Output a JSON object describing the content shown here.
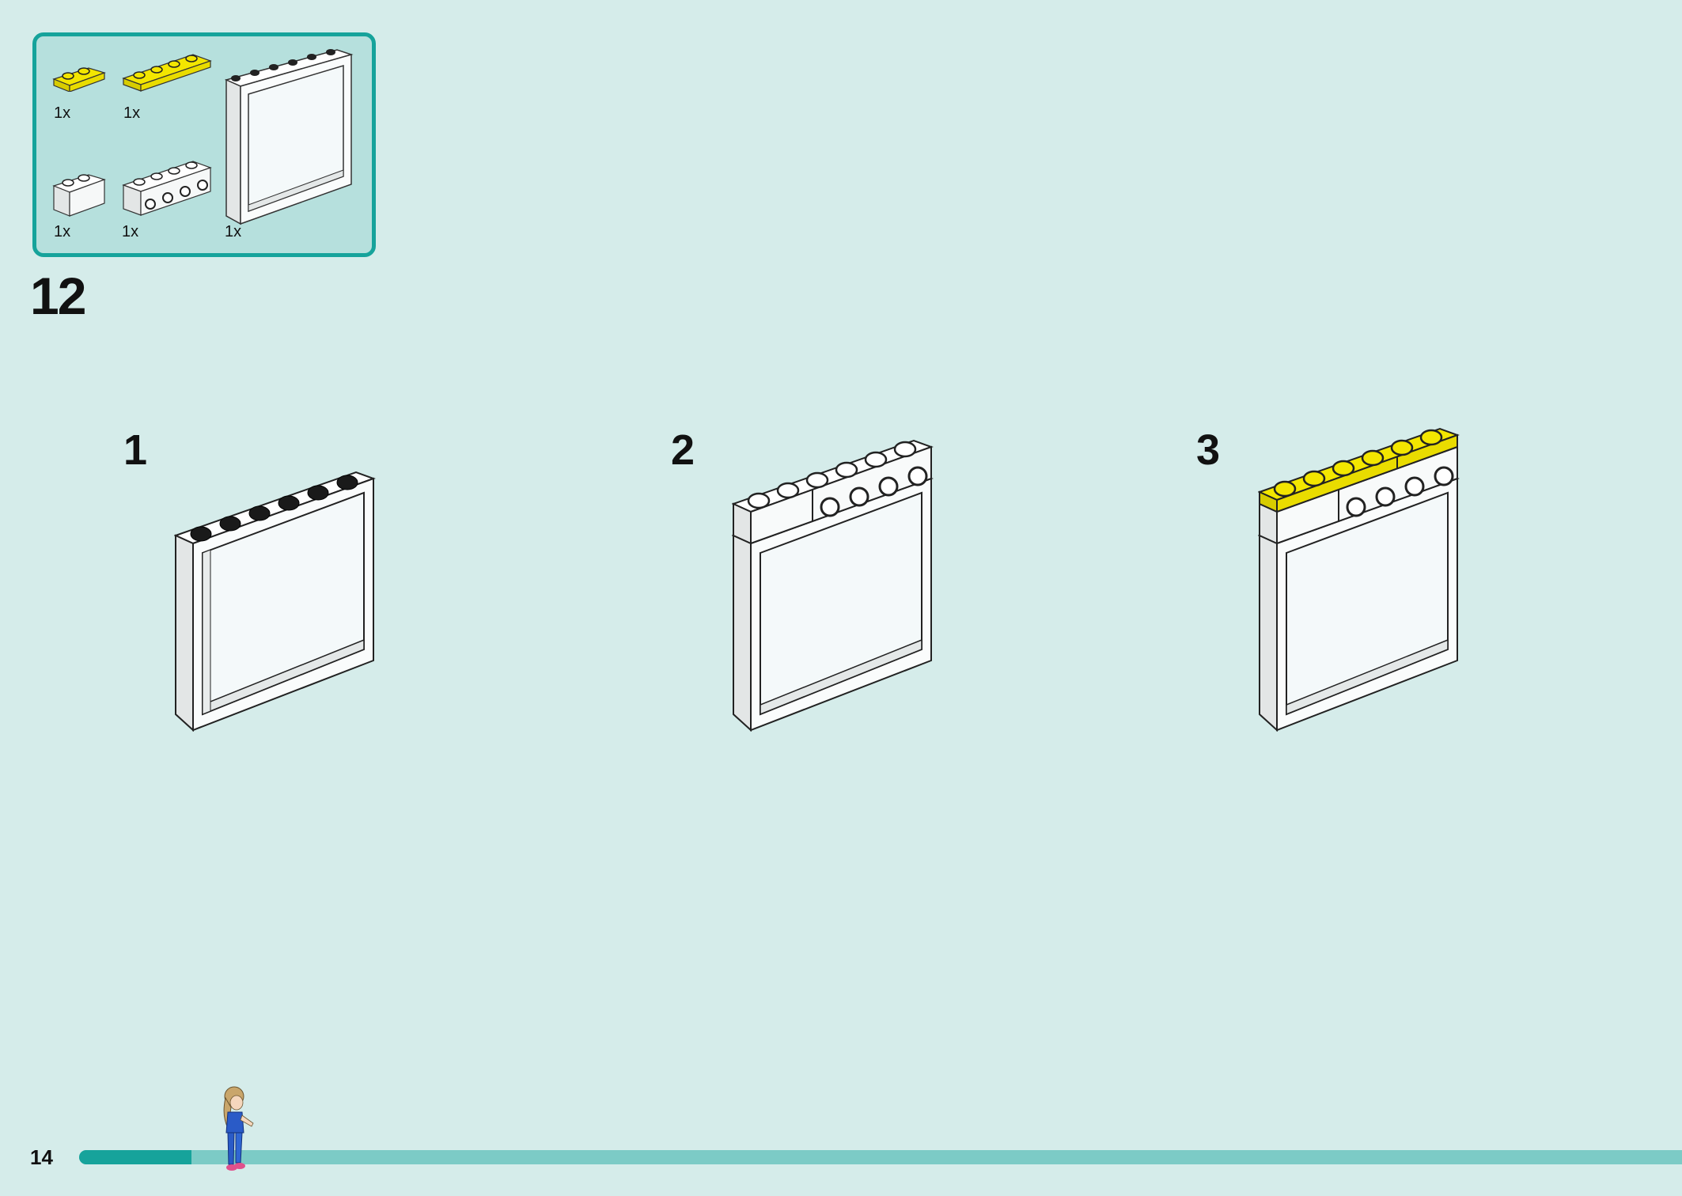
{
  "parts_box": {
    "parts": [
      {
        "id": "plate-1x2-yellow",
        "color": "#f3e600",
        "quantity": "1x"
      },
      {
        "id": "plate-1x4-yellow",
        "color": "#f3e600",
        "quantity": "1x"
      },
      {
        "id": "window-frame-1x6x6-white",
        "color": "#ffffff",
        "quantity": "1x"
      },
      {
        "id": "brick-1x2-white",
        "color": "#ffffff",
        "quantity": "1x"
      },
      {
        "id": "brick-1x4-studs-side-white",
        "color": "#ffffff",
        "quantity": "1x"
      }
    ]
  },
  "step": {
    "number": "12"
  },
  "sub_steps": [
    {
      "label": "1"
    },
    {
      "label": "2"
    },
    {
      "label": "3"
    }
  ],
  "footer": {
    "page_number": "14",
    "progress": 0.07
  },
  "colors": {
    "background": "#d5ecea",
    "accent": "#16a39b",
    "track": "#7ccbc6",
    "yellow": "#f3e600"
  }
}
